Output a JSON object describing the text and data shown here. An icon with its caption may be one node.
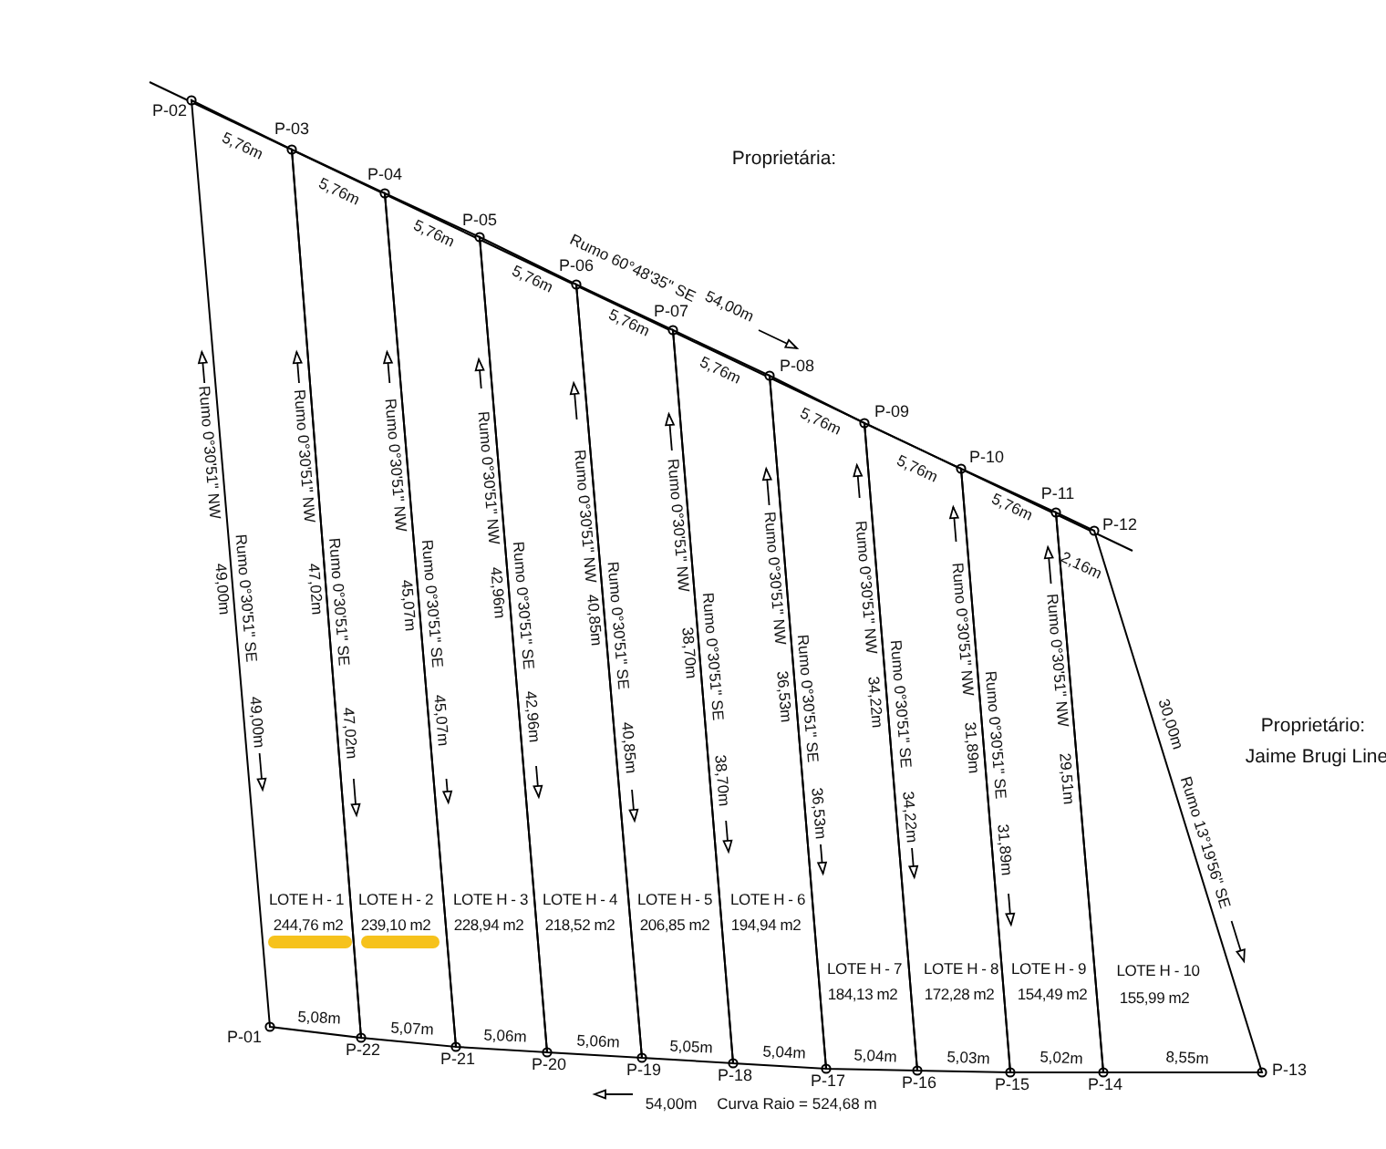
{
  "diagram": {
    "nodes": [
      {
        "text": [
          "LOTE H - 1",
          "244,76 m2"
        ]
      },
      {
        "text": [
          "LOTE H - 2",
          "239,10 m2"
        ]
      },
      {
        "text": [
          "LOTE H - 3",
          "228,94 m2"
        ]
      },
      {
        "text": [
          "LOTE H - 4",
          "218,52 m2"
        ]
      },
      {
        "text": [
          "LOTE H - 5",
          "206,85 m2"
        ]
      },
      {
        "text": [
          "LOTE H - 6",
          "194,94 m2"
        ]
      },
      {
        "text": [
          "LOTE H - 7",
          "184,13 m2"
        ]
      },
      {
        "text": [
          "LOTE H - 8",
          "172,28 m2"
        ]
      },
      {
        "text": [
          "LOTE H - 9",
          "154,49 m2"
        ]
      },
      {
        "text": [
          "LOTE H - 10",
          "155,99 m2"
        ]
      }
    ],
    "labels": [
      "Proprietária:",
      "Proprietário:",
      "Jaime Brugi Line",
      "P-02",
      "P-03",
      "P-04",
      "P-05",
      "P-06",
      "P-07",
      "P-08",
      "P-09",
      "P-10",
      "P-11",
      "P-12",
      "5,76m",
      "5,76m",
      "5,76m",
      "5,76m",
      "5,76m",
      "5,76m",
      "5,76m",
      "5,76m",
      "5,76m",
      "2,16m",
      "Rumo 60°48'35\" SE",
      "54,00m",
      "Rumo 0°30'51\" NW",
      "49,00m",
      "Rumo 0°30'51\" SE",
      "49,00m",
      "Rumo 0°30'51\" NW",
      "47,02m",
      "Rumo 0°30'51\" SE",
      "47,02m",
      "Rumo 0°30'51\" NW",
      "45,07m",
      "Rumo 0°30'51\" SE",
      "45,07m",
      "Rumo 0°30'51\" NW",
      "42,96m",
      "Rumo 0°30'51\" SE",
      "42,96m",
      "Rumo 0°30'51\" NW",
      "40,85m",
      "Rumo 0°30'51\" SE",
      "40,85m",
      "Rumo 0°30'51\" NW",
      "38,70m",
      "Rumo 0°30'51\" SE",
      "38,70m",
      "Rumo 0°30'51\" NW",
      "36,53m",
      "Rumo 0°30'51\" SE",
      "36,53m",
      "Rumo 0°30'51\" NW",
      "34,22m",
      "Rumo 0°30'51\" SE",
      "34,22m",
      "Rumo 0°30'51\" NW",
      "31,89m",
      "Rumo 0°30'51\" SE",
      "31,89m",
      "Rumo 0°30'51\" NW",
      "29,51m",
      "30,00m",
      "Rumo 13°19'56\" SE",
      "P-01",
      "P-22",
      "P-21",
      "P-20",
      "P-19",
      "P-18",
      "P-17",
      "P-16",
      "P-15",
      "P-14",
      "P-13",
      "5,08m",
      "5,07m",
      "5,06m",
      "5,06m",
      "5,05m",
      "5,04m",
      "5,04m",
      "5,03m",
      "5,02m",
      "8,55m",
      "54,00m",
      "Curva Raio = 524,68 m"
    ]
  }
}
